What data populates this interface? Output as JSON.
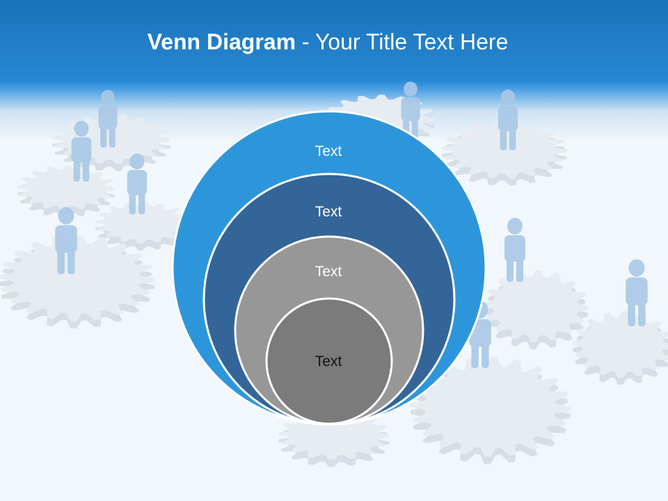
{
  "slide": {
    "title_bold": "Venn Diagram",
    "title_rest": " - Your Title Text Here"
  },
  "diagram": {
    "type": "nested-circles",
    "circles": [
      {
        "label": "Text",
        "fill": "#2d96db",
        "text_color": "#ffffff"
      },
      {
        "label": "Text",
        "fill": "#336599",
        "text_color": "#ffffff"
      },
      {
        "label": "Text",
        "fill": "#979797",
        "text_color": "#ffffff"
      },
      {
        "label": "Text",
        "fill": "#7b7b7b",
        "text_color": "#111111"
      }
    ]
  },
  "background": {
    "theme": "people-on-gears",
    "accent": "#2788d4",
    "figure_color": "#a9c8e6",
    "gear_color": "#e6ecf1"
  }
}
